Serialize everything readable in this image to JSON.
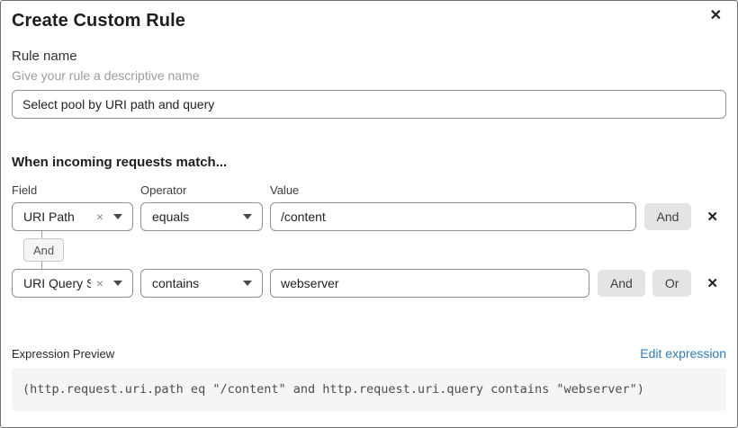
{
  "dialog": {
    "title": "Create Custom Rule"
  },
  "icons": {
    "close": "✕",
    "delete_row": "✕",
    "clear_selection": "×"
  },
  "rule_name": {
    "label": "Rule name",
    "helper": "Give your rule a descriptive name",
    "value": "Select pool by URI path and query"
  },
  "match": {
    "heading": "When incoming requests match...",
    "columns": {
      "field": "Field",
      "operator": "Operator",
      "value": "Value"
    },
    "rows": [
      {
        "field": "URI Path",
        "operator": "equals",
        "value": "/content",
        "and_label": "And"
      },
      {
        "field": "URI Query St...",
        "operator": "contains",
        "value": "webserver",
        "and_label": "And",
        "or_label": "Or"
      }
    ],
    "connector_label": "And"
  },
  "expression": {
    "label": "Expression Preview",
    "edit_link": "Edit expression",
    "code": "(http.request.uri.path eq \"/content\" and http.request.uri.query contains \"webserver\")"
  },
  "colors": {
    "link_blue": "#2c7cb8",
    "button_gray": "#e4e4e4",
    "code_background": "#f5f5f5",
    "border_gray": "#8f8f8f"
  }
}
